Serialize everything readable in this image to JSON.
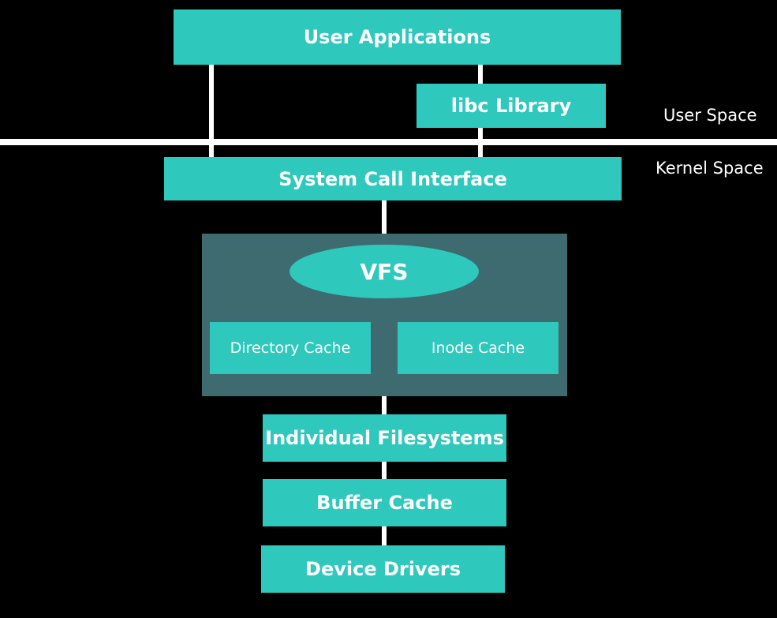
{
  "diagram": {
    "nodes": {
      "user_applications": "User Applications",
      "libc_library": "libc Library",
      "system_call_interface": "System Call Interface",
      "vfs": "VFS",
      "directory_cache": "Directory Cache",
      "inode_cache": "Inode Cache",
      "individual_filesystems": "Individual Filesystems",
      "buffer_cache": "Buffer Cache",
      "device_drivers": "Device Drivers"
    },
    "regions": {
      "user_space": "User Space",
      "kernel_space": "Kernel Space"
    },
    "colors": {
      "background": "#000000",
      "box_fill": "#2ec8bd",
      "vfs_panel_fill": "#3d6b70",
      "text": "#ffffff",
      "connector": "#ffffff"
    }
  }
}
